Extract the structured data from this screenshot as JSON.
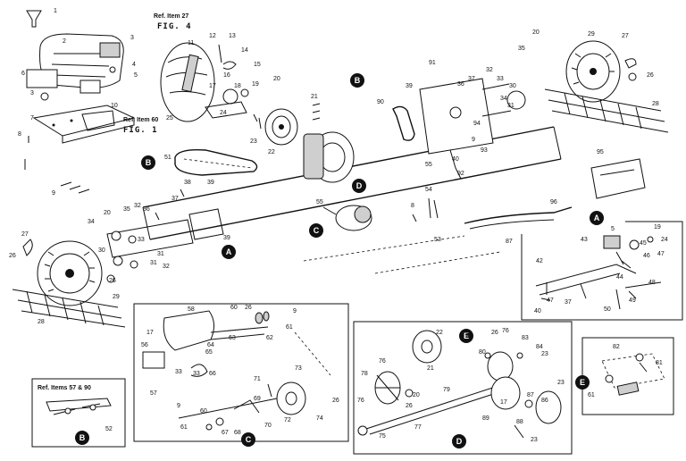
{
  "figure_refs": {
    "fig4_ref": "Ref. Item 27",
    "fig4_title": "FIG. 4",
    "fig1_ref": "Ref. Item 60",
    "fig1_title": "FIG. 1"
  },
  "inset_b_caption": "Ref. Items 57 & 90",
  "callouts": [
    "A",
    "B",
    "C",
    "D",
    "E"
  ],
  "part_labels": [
    "1",
    "2",
    "3",
    "4",
    "5",
    "6",
    "3",
    "8",
    "7",
    "10",
    "9",
    "11",
    "12",
    "13",
    "14",
    "15",
    "16",
    "17",
    "18",
    "19",
    "20",
    "24",
    "25",
    "23",
    "22",
    "21",
    "51",
    "38",
    "39",
    "37",
    "36",
    "35",
    "32",
    "20",
    "34",
    "33",
    "31",
    "30",
    "31",
    "32",
    "26",
    "27",
    "26",
    "29",
    "28",
    "39",
    "55",
    "90",
    "91",
    "39",
    "36",
    "37",
    "32",
    "33",
    "34",
    "20",
    "35",
    "30",
    "31",
    "9",
    "93",
    "94",
    "40",
    "92",
    "55",
    "29",
    "27",
    "26",
    "28",
    "95",
    "96",
    "54",
    "8",
    "53",
    "87",
    "19",
    "24",
    "47",
    "46",
    "45",
    "5",
    "43",
    "42",
    "44",
    "48",
    "37",
    "40",
    "47",
    "50",
    "49",
    "58",
    "60",
    "26",
    "9",
    "61",
    "62",
    "63",
    "64",
    "65",
    "66",
    "33",
    "56",
    "57",
    "17",
    "33",
    "71",
    "73",
    "26",
    "74",
    "72",
    "70",
    "69",
    "68",
    "67",
    "61",
    "9",
    "60",
    "22",
    "76",
    "78",
    "20",
    "26",
    "79",
    "21",
    "E",
    "80",
    "26",
    "76",
    "83",
    "84",
    "23",
    "86",
    "87",
    "88",
    "89",
    "17",
    "23",
    "76",
    "75",
    "77",
    "23",
    "82",
    "81",
    "61",
    "52"
  ]
}
